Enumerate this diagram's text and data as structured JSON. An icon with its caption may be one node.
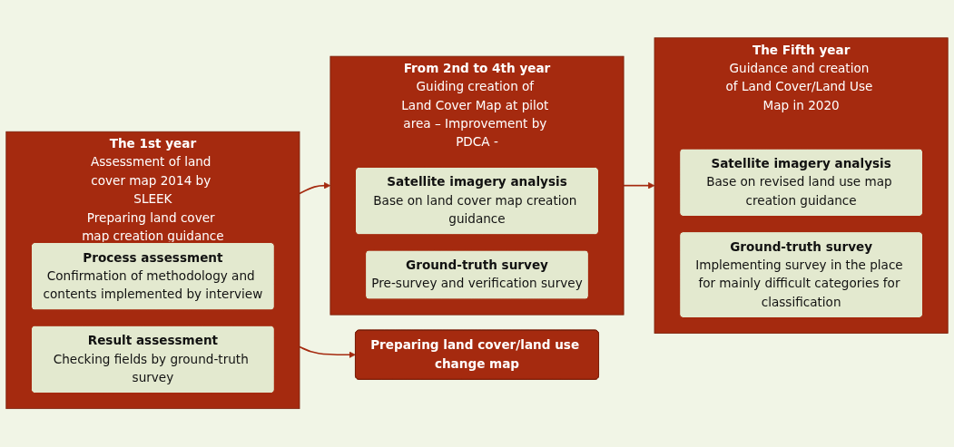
{
  "diagram": {
    "nodes": [
      {
        "text": [
          "The 1st year",
          "Assessment of land cover map 2014 by SLEEK",
          "Preparing land cover map creation guidance"
        ]
      },
      {
        "text": [
          "Process assessment",
          "Confirmation of methodology and contents implemented by interview"
        ],
        "in": 0
      },
      {
        "text": [
          "Result assessment",
          "Checking fields by ground-truth survey"
        ],
        "in": 0
      },
      {
        "text": [
          "Preparing land cover/land use change map"
        ]
      },
      {
        "text": [
          "From 2nd to 4th year",
          "Guiding creation of Land Cover Map at pilot area – Improvement by PDCA -"
        ]
      },
      {
        "text": [
          "Satellite imagery analysis",
          "Base on land cover map creation guidance"
        ],
        "in": 4
      },
      {
        "text": [
          "Ground-truth survey",
          "Pre-survey and verification survey"
        ],
        "in": 4
      },
      {
        "text": [
          "The Fifth year",
          "Guidance and creation of Land Cover/Land Use Map in 2020"
        ]
      },
      {
        "text": [
          "Satellite imagery analysis",
          "Base on revised land use map creation guidance"
        ],
        "in": 7
      },
      {
        "text": [
          "Ground-truth survey",
          "Implementing survey in the place for mainly difficult categories for classification"
        ],
        "in": 7
      }
    ],
    "edges": [
      {
        "from": 0,
        "to": 3,
        "arrow": "to"
      },
      {
        "from": 0,
        "to": 4,
        "arrow": "to"
      },
      {
        "from": 4,
        "to": 7,
        "arrow": "to"
      }
    ]
  }
}
